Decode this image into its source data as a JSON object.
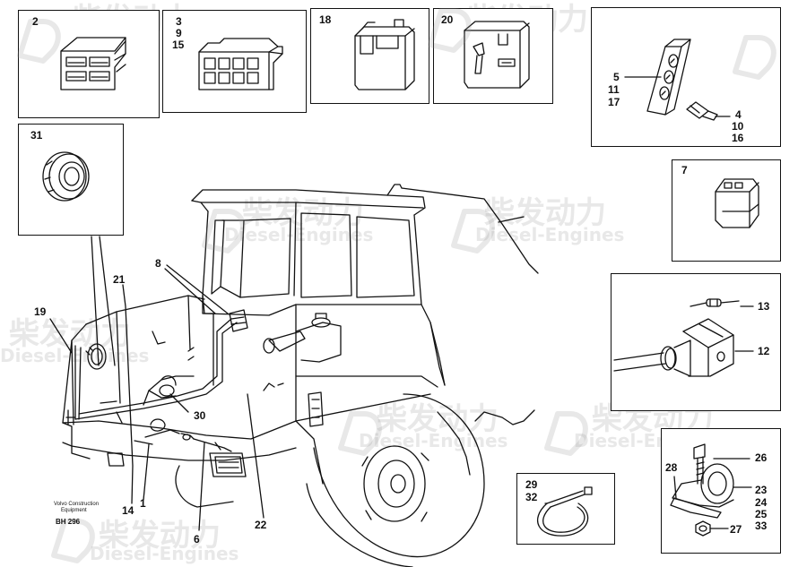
{
  "watermark": {
    "cn": "柴发动力",
    "en": "Diesel-Engines"
  },
  "caption": {
    "line1": "Volvo Construction",
    "line2": "Equipment",
    "code": "BH 296"
  },
  "callouts": {
    "c1": "1",
    "c2": "2",
    "c3": "3",
    "c9": "9",
    "c15": "15",
    "c18": "18",
    "c20": "20",
    "c5": "5",
    "c11": "11",
    "c17": "17",
    "c4": "4",
    "c10": "10",
    "c16": "16",
    "c31": "31",
    "c7": "7",
    "c13": "13",
    "c12": "12",
    "c8": "8",
    "c21": "21",
    "c19": "19",
    "c30": "30",
    "c14": "14",
    "c6": "6",
    "c22": "22",
    "c29": "29",
    "c32": "32",
    "c28": "28",
    "c26": "26",
    "c23": "23",
    "c24": "24",
    "c25": "25",
    "c33": "33",
    "c27": "27"
  },
  "colors": {
    "line": "#111111",
    "watermark": "#969696"
  }
}
